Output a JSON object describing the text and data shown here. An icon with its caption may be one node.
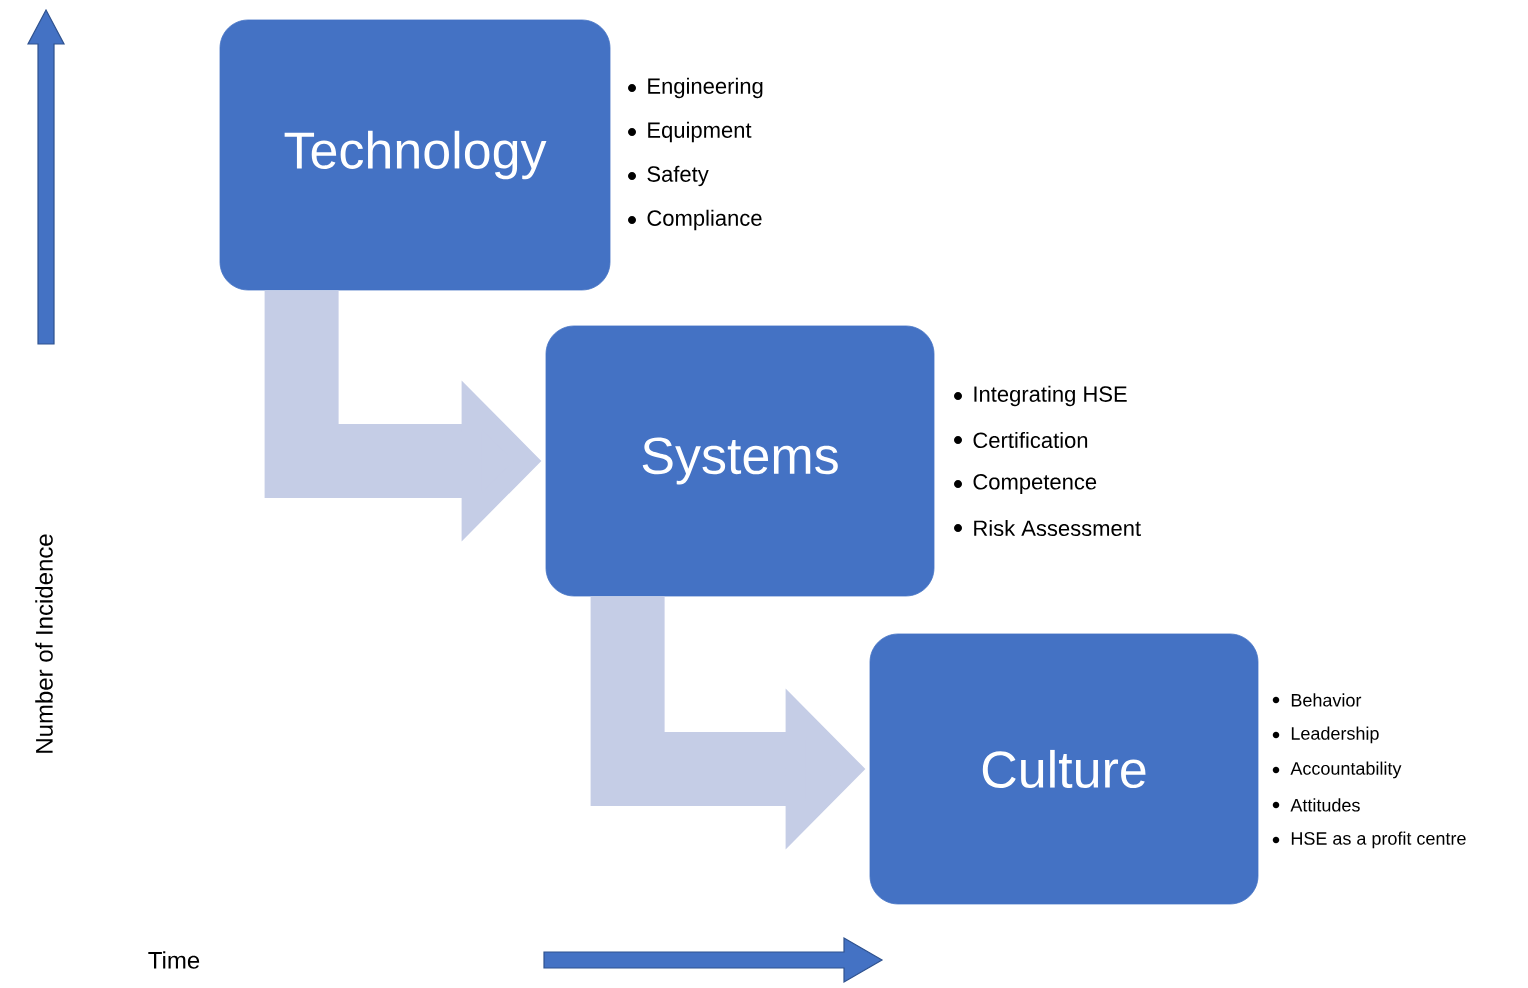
{
  "diagram": {
    "nodes": [
      {
        "text": [
          "Technology"
        ],
        "beside": [
          "Engineering",
          "Equipment",
          "Safety",
          "Compliance"
        ]
      },
      {
        "text": [
          "Systems"
        ],
        "beside": [
          "Integrating HSE",
          "Certification",
          "Competence",
          "Risk Assessment"
        ]
      },
      {
        "text": [
          "Culture"
        ],
        "beside": [
          "Behavior",
          "Leadership",
          "Accountability",
          "Attitudes",
          "HSE as a profit centre"
        ]
      }
    ],
    "edges": [
      {
        "from": 0,
        "to": 1,
        "arrow": "to"
      },
      {
        "from": 1,
        "to": 2,
        "arrow": "to"
      }
    ],
    "labels": [
      "Number of Incidence",
      "Time"
    ]
  }
}
